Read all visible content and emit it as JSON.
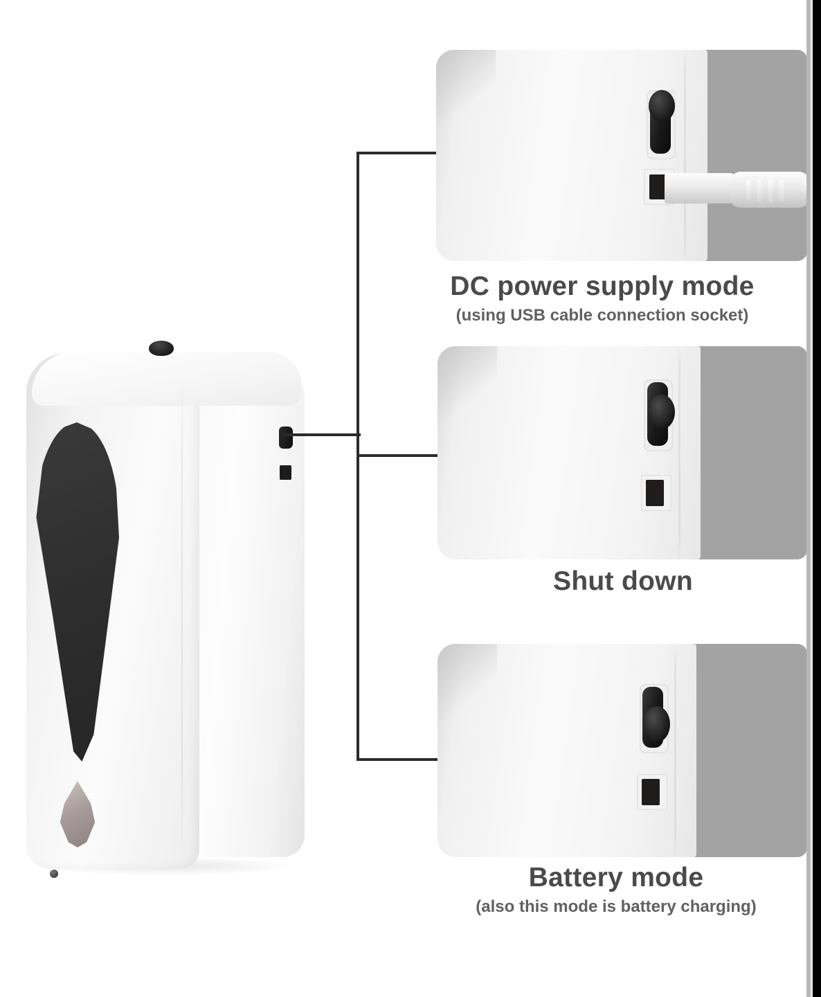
{
  "diagram": {
    "title_hidden": "",
    "product": {
      "name": "automatic-soap-dispenser",
      "parts": {
        "top_knob": "top-knob",
        "sensor_window": "sensor-window",
        "nozzle": "dispenser-nozzle",
        "led": "status-led",
        "power_switch": "power-switch",
        "usb_port": "usb-port"
      }
    },
    "modes": [
      {
        "id": "dc-power-supply",
        "title": "DC power supply mode",
        "subtitle": "(using USB cable connection socket)",
        "switch_position": "up",
        "cable_connected": true
      },
      {
        "id": "shut-down",
        "title": "Shut down",
        "subtitle": "",
        "switch_position": "middle",
        "cable_connected": false
      },
      {
        "id": "battery",
        "title": "Battery mode",
        "subtitle": "(also this mode is battery charging)",
        "switch_position": "down",
        "cable_connected": false
      }
    ],
    "colors": {
      "background": "#ffffff",
      "panel_backdrop": "#a3a3a3",
      "device_white": "#f4f4f4",
      "switch_black": "#191919",
      "window_dark": "#2f2f2f",
      "caption_text": "#4a4a4a",
      "leader_line": "#2b2b2b",
      "edge_strip": "#b8b8b8",
      "edge_border": "#000000"
    }
  }
}
